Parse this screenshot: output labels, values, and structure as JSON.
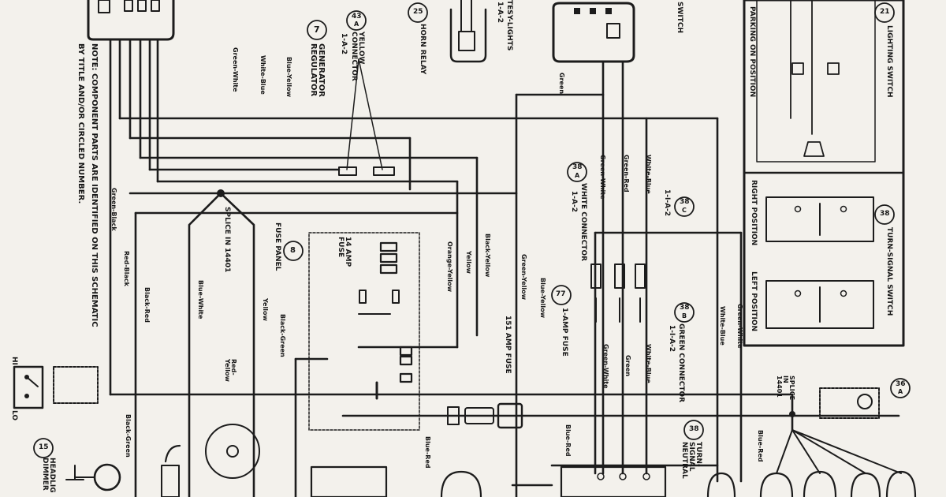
{
  "labels": {
    "note_line1": "NOTE: COMPONENT PARTS ARE IDENTIFIED ON THIS SCHEMATIC",
    "note_line2": "BY TITLE AND/OR CIRCLED NUMBER.",
    "gen_reg_name": "GENERATOR REGULATOR",
    "gen_reg_num": "7",
    "yellow_conn_num": "43",
    "yellow_conn_letter": "A",
    "yellow_conn_name": "YELLOW CONNECTOR",
    "yellow_conn_ref": "1-A-2",
    "horn_relay_num": "25",
    "horn_relay_name": "HORN RELAY",
    "courtesy_lights": "TESY-LIGHTS",
    "courtesy_ref": "1-A-2",
    "switch_fragment": "SWITCH",
    "green_top": "Green",
    "lighting_switch_num": "21",
    "lighting_switch_name": "LIGHTING SWITCH",
    "parking_on_position": "PARKING ON POSITION",
    "right_position": "RIGHT POSITION",
    "left_position": "LEFT POSITION",
    "turn_signal_switch_num": "38",
    "turn_signal_switch_name": "TURN-SIGNAL SWITCH",
    "white_conn_num": "38",
    "white_conn_letter": "A",
    "white_conn_name": "WHITE CONNECTOR",
    "white_conn_ref": "1-A-2",
    "conn_c_num": "38",
    "conn_c_letter": "C",
    "conn_c_ref": "1-I-A-2",
    "green_conn_num": "38",
    "green_conn_letter": "B",
    "green_conn_name": "GREEN CONNECTOR",
    "green_conn_ref": "1-I-A-2",
    "fuse_14": "14 AMP FUSE",
    "fuse_panel": "FUSE PANEL",
    "fuse_panel_num": "8",
    "fuse_151": "151 AMP FUSE",
    "fuse_1": "1-AMP FUSE",
    "fuse_1_num": "77",
    "splice_14401_a": "SPLICE IN 14401",
    "splice_14401_b": "SPLICE IN 14401",
    "splice_b_num": "36",
    "splice_b_letter": "A",
    "headlight_dimmer_num": "15",
    "headlight_dimmer_name": "HEADLIG DIMMER",
    "hi": "HI",
    "lo": "LO",
    "turn_neutral_num": "38",
    "turn_neutral_name": "TURN-SIGNAL NEUTRAL",
    "wires": {
      "green_white_1": "Green-White",
      "white_blue_1": "White-Blue",
      "blue_yellow_1": "Blue-Yellow",
      "green_black": "Green-Black",
      "red_black": "Red-Black",
      "black_red": "Black-Red",
      "blue_white": "Blue-White",
      "red_yellow": "Red-Yellow",
      "yellow_1": "Yellow",
      "black_green_1": "Black-Green",
      "black_green_2": "Black-Green",
      "orange_yellow": "Orange-Yellow",
      "yellow_2": "Yellow",
      "black_yellow": "Black-Yellow",
      "green_yellow": "Green-Yellow",
      "blue_yellow_2": "Blue-Yellow",
      "green_white_2": "Green-White",
      "green_red": "Green-Red",
      "white_blue_2": "White-Blue",
      "green_white_3": "Green-White",
      "green_2": "Green",
      "white_blue_3": "White-Blue",
      "white_blue_4": "White-Blue",
      "green_white_4": "Green-White",
      "blue_red_1": "Blue-Red",
      "blue_red_2": "Blue-Red",
      "blue_red_3": "Blue-Red"
    }
  }
}
